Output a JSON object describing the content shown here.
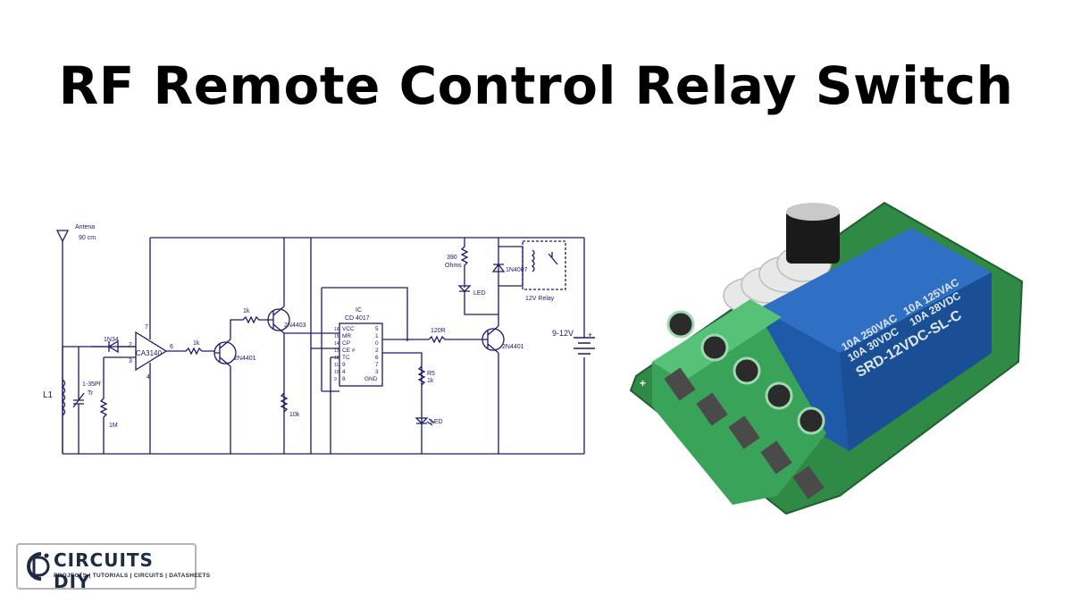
{
  "title": "RF Remote Control Relay Switch",
  "schematic": {
    "labels": {
      "antenna": "Antena",
      "antenna_len": "90 cm",
      "coil": "L1",
      "cap": "1-35Pf",
      "cap_tr": "Tr",
      "diode": "1N34",
      "r1m": "1M",
      "opamp": "CA3140",
      "pin2": "2",
      "pin3": "3",
      "pin4": "4",
      "pin6": "6",
      "pin7": "7",
      "r1k_a": "1k",
      "r1k_b": "1k",
      "q1": "2N4401",
      "q2": "2N4403",
      "r10k": "10k",
      "ic": "IC",
      "ic_name": "CD 4017",
      "r120": "120R",
      "q3": "2N4401",
      "r390": "390",
      "ohms": "Ohms",
      "led1": "LED",
      "d1n4007": "1N4007",
      "relay": "12V Relay",
      "r5": "R5",
      "r5_val": "1k",
      "led2": "LED",
      "supply": "9-12V",
      "plus": "+"
    },
    "ic_pins_left": [
      "VCC",
      "MR",
      "CP",
      "CE #",
      "TC",
      "9",
      "4",
      "8"
    ],
    "ic_pin_nums_left": [
      "16",
      "15",
      "14",
      "13",
      "12",
      "11",
      "10",
      "9"
    ],
    "ic_pins_right": [
      "5",
      "1",
      "0",
      "2",
      "6",
      "7",
      "3",
      "GND"
    ]
  },
  "module": {
    "relay_text": [
      "10A 250VAC",
      "10A 30VDC",
      "10A 125VAC",
      "10A 28VDC",
      "SRD-12VDC-SL-C"
    ],
    "pcb_mark": "+"
  },
  "logo": {
    "name": "CIRCUITS DIY",
    "tagline": "PROJECTS | TUTORIALS | CIRCUITS | DATASHEETS"
  },
  "colors": {
    "wire": "#1a1a6e",
    "terminal_green": "#3aa35a",
    "relay_blue": "#1f5aa8",
    "pcb_green": "#2f8a45",
    "logo_dark": "#1f2a44"
  }
}
